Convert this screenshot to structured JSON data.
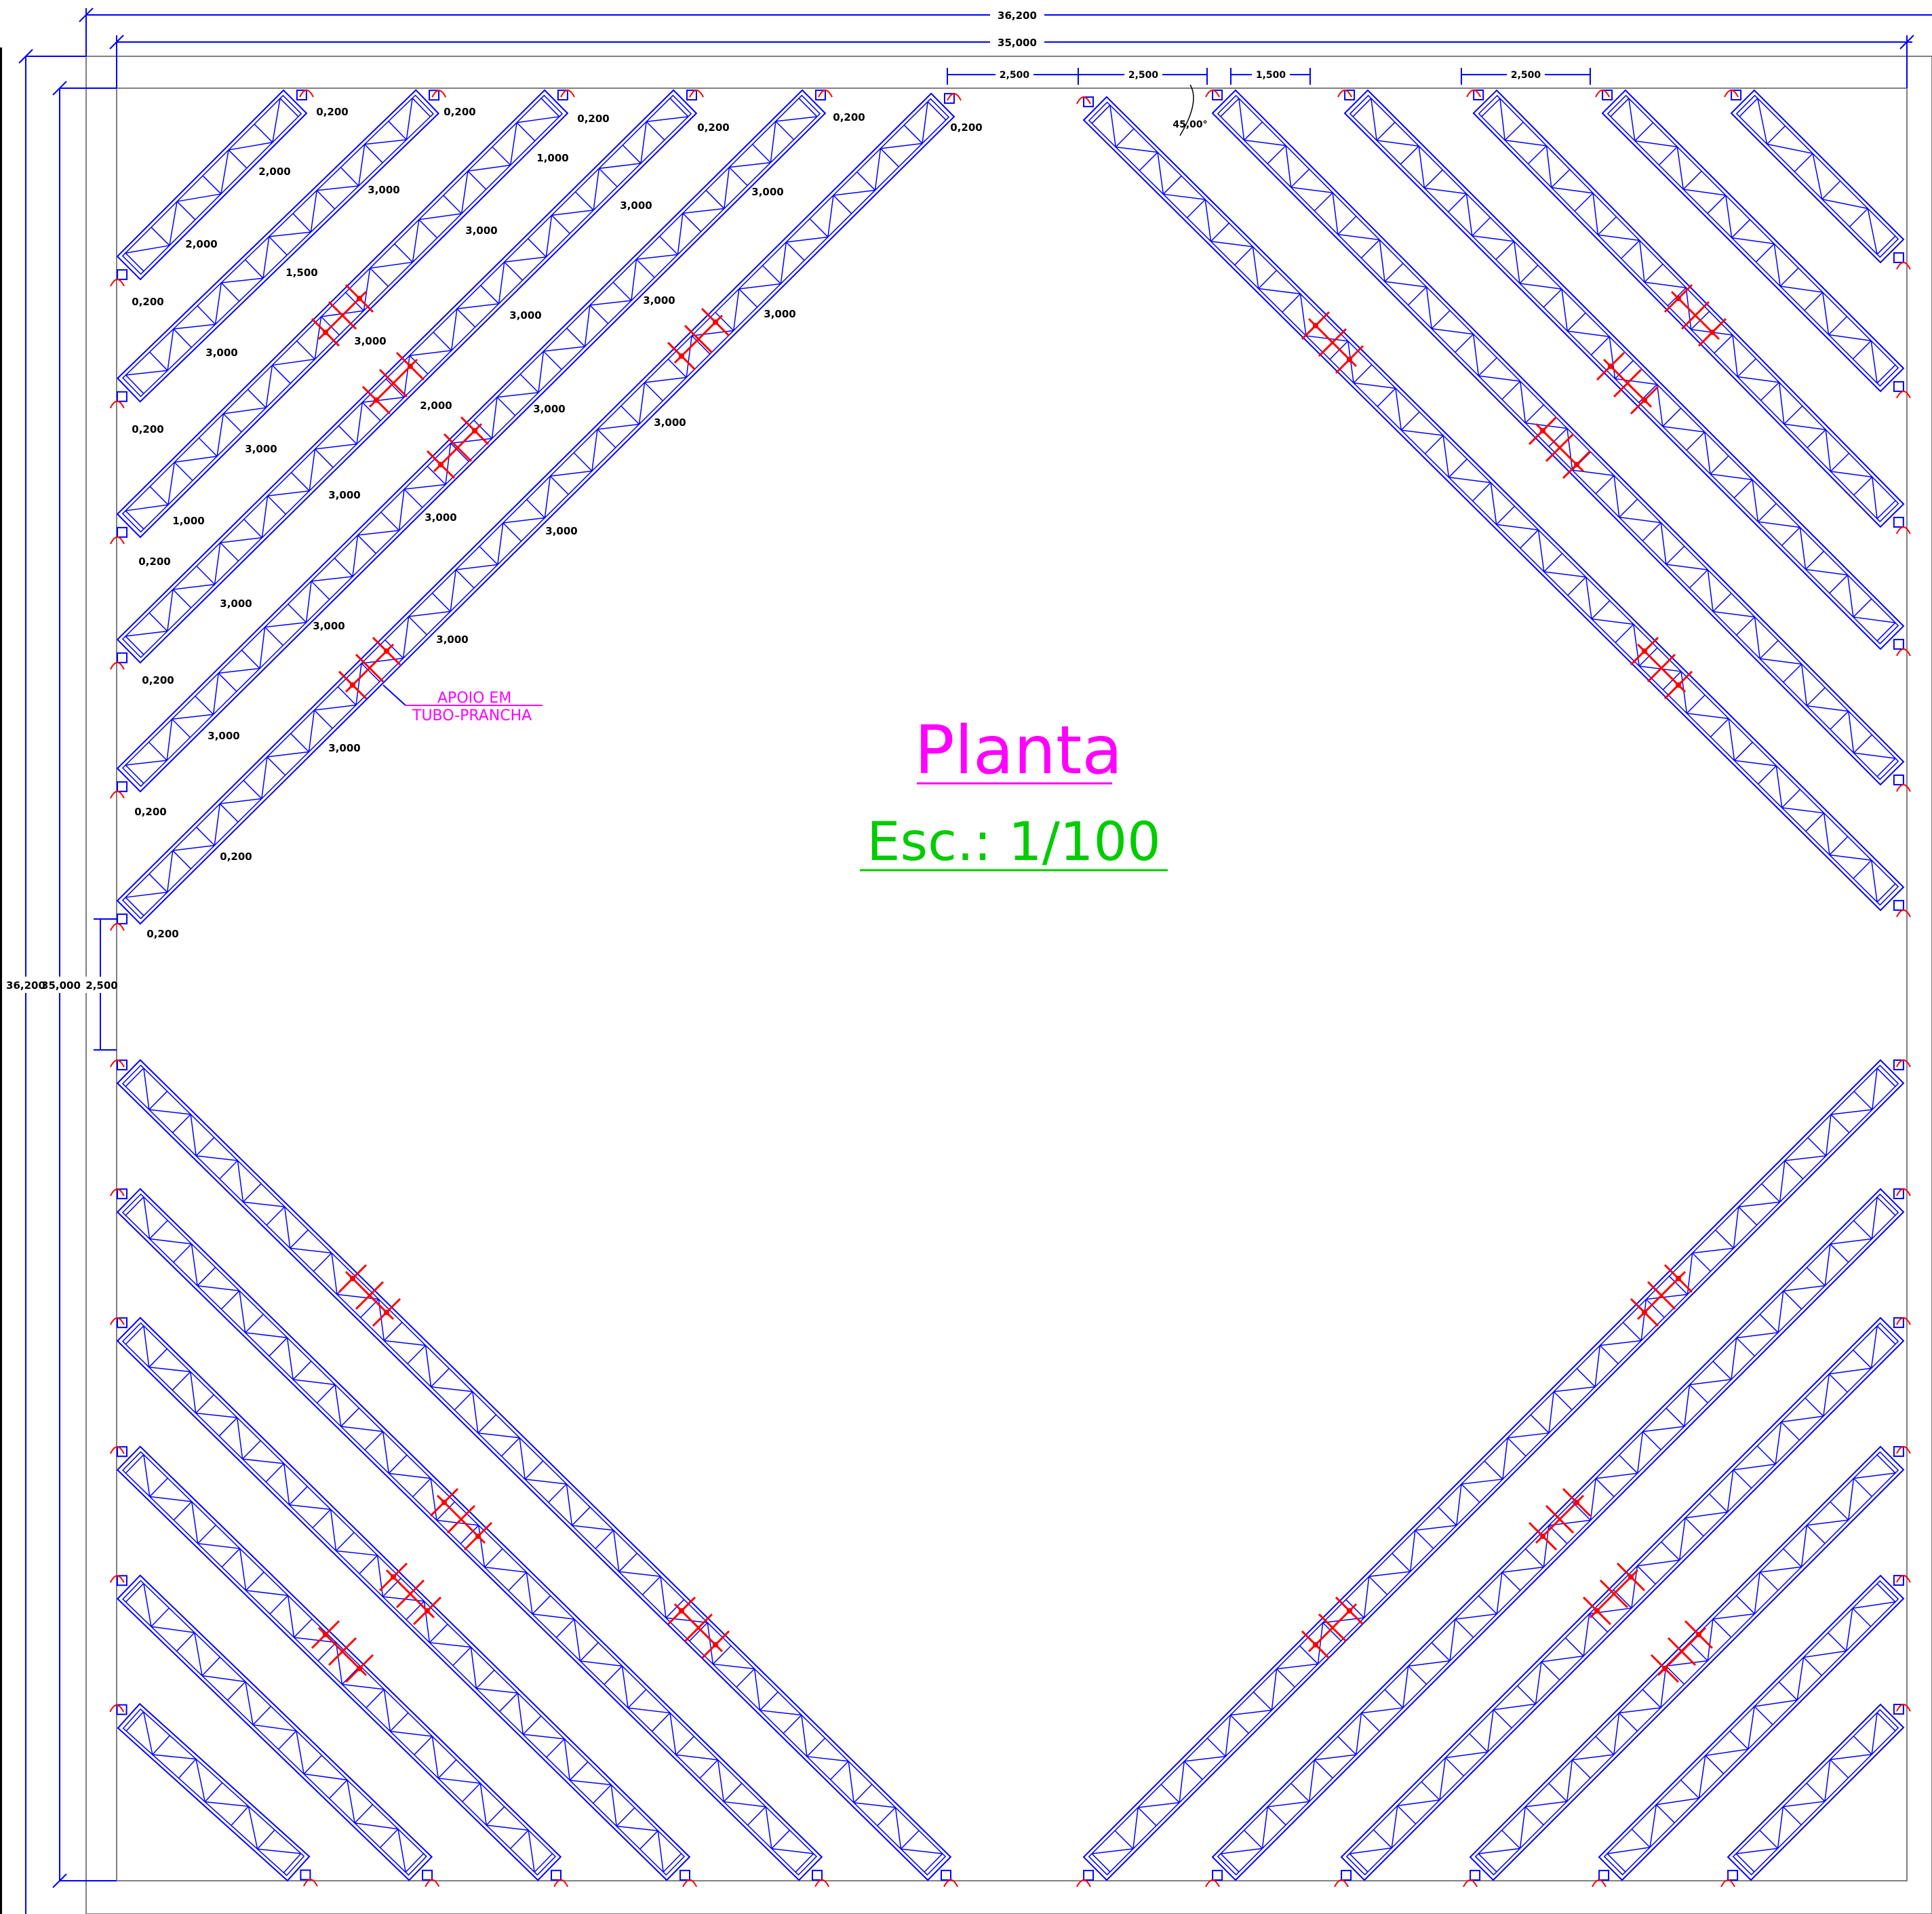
{
  "drawing": {
    "title": "Planta",
    "scale": "Esc.: 1/100",
    "note_line1": "APOIO EM",
    "note_line2": "TUBO-PRANCHA",
    "angle_label": "45,00°"
  },
  "dimensions": {
    "overall_outer": "36,200",
    "overall_inner": "35,000",
    "left_outer": "36,200",
    "left_inner": "35,000",
    "left_gap": "2,500",
    "top_segments": [
      "2,500",
      "2,500",
      "1,500",
      "2,500"
    ],
    "tl_labels": [
      "0,200",
      "0,200",
      "0,200",
      "0,200",
      "0,200",
      "0,200",
      "2,000",
      "2,000",
      "1,000",
      "3,000",
      "3,000",
      "3,000",
      "3,000",
      "1,500",
      "3,000",
      "3,000",
      "3,000",
      "3,000",
      "3,000",
      "2,000",
      "3,000",
      "3,000",
      "3,000",
      "3,000",
      "1,000",
      "3,000",
      "3,000",
      "3,000",
      "3,000",
      "3,000",
      "3,000",
      "3,000",
      "0,200",
      "0,200",
      "0,200",
      "0,200",
      "0,200",
      "0,200",
      "0,200"
    ]
  },
  "colors": {
    "truss": "#0000ff",
    "support": "#ff0000",
    "title": "#ff00ff",
    "scale": "#00cc00",
    "note": "#ff00ff",
    "dimension": "#0000ff",
    "frame": "#808080",
    "dim_text": "#000000"
  },
  "icons": [
    "truss-icon",
    "tube-plank-support-icon",
    "base-plate-icon"
  ]
}
